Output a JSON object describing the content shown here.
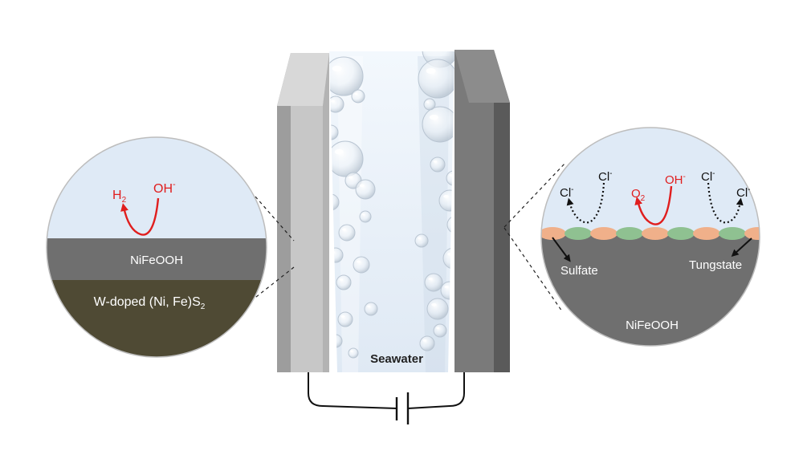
{
  "left_inset": {
    "h2_label": "H",
    "h2_sub": "2",
    "oh_label": "OH",
    "oh_sup": "-",
    "layer_top": "NiFeOOH",
    "layer_bottom_main": "W-doped (Ni, Fe)S",
    "layer_bottom_sub": "2"
  },
  "right_inset": {
    "cl_label": "Cl",
    "cl_sup": "-",
    "o2_label": "O",
    "o2_sub": "2",
    "oh_label": "OH",
    "oh_sup": "-",
    "sulfate_label": "Sulfate",
    "tungstate_label": "Tungstate",
    "substrate_label": "NiFeOOH"
  },
  "cell": {
    "electrolyte_label": "Seawater"
  },
  "colors": {
    "reaction_red": "#e01e1e",
    "electrolyte_blue": "#dfeaf6",
    "nifeooh_gray": "#6f6f6f",
    "sulfide_brown": "#4f4a34",
    "sulfate_orange": "#f0b08a",
    "tungstate_green": "#8fc191"
  }
}
